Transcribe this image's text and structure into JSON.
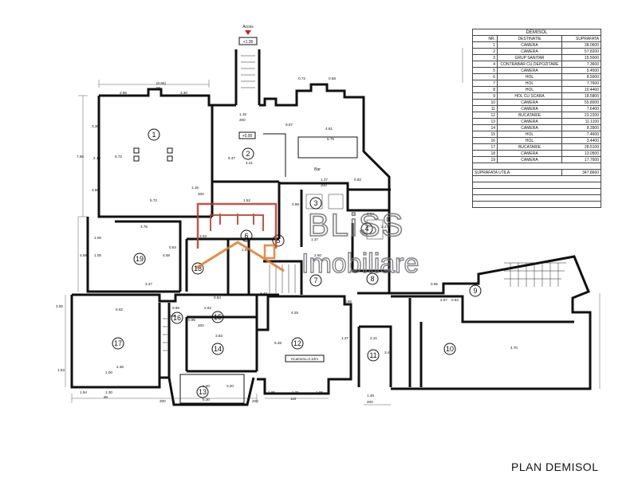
{
  "plan_title": "PLAN DEMISOL",
  "entrance": {
    "label": "Acces",
    "level": "+1.36"
  },
  "zero_level": "+0.00",
  "bar_label": "Bar",
  "room_height_label": "Hcamera=3.10m",
  "rooms": [
    {
      "num": "1"
    },
    {
      "num": "2"
    },
    {
      "num": "3"
    },
    {
      "num": "4"
    },
    {
      "num": "5"
    },
    {
      "num": "6"
    },
    {
      "num": "7"
    },
    {
      "num": "8"
    },
    {
      "num": "9"
    },
    {
      "num": "10"
    },
    {
      "num": "11"
    },
    {
      "num": "12"
    },
    {
      "num": "13"
    },
    {
      "num": "14"
    },
    {
      "num": "15"
    },
    {
      "num": "16"
    },
    {
      "num": "17"
    },
    {
      "num": "18"
    },
    {
      "num": "19"
    }
  ],
  "dimensions": [
    "(0.65)",
    "90",
    "3.30",
    "2.86",
    "0.72",
    "0.58",
    "1.16",
    "200",
    "9.67",
    "4.81",
    "5.75",
    "3.36",
    "7.65",
    "6.72",
    "2.10",
    "3.56",
    "5.72",
    "4.41",
    "6.47",
    "1.16",
    "200",
    "1.52",
    "1.37",
    "200",
    "0.89",
    "0.82",
    "3.75",
    "1.06",
    "4.58",
    "1.05",
    "3.03",
    "0.84",
    "1.64",
    "2.60",
    "1.37",
    "2.84",
    "2.27",
    "4.58",
    "3.47",
    "3.00",
    "5.62",
    "0.89",
    "2.63",
    "4.25",
    "0.95",
    "0.84",
    "0.95",
    "200",
    "3.83",
    "3.47",
    "5.48",
    "1.37",
    "2.36",
    "1.00",
    "1.94",
    "1.30",
    "1.63",
    "1.65",
    "1.31",
    "1.96",
    "110",
    "200",
    "2.21",
    "3.47",
    "1.48",
    "0.95",
    "2.57",
    "4.70",
    "0.93",
    "0.95",
    "90",
    "1.50",
    "3.20",
    "5.30",
    "200",
    "200"
  ],
  "legend": {
    "title": "DEMISOL",
    "headers": [
      "NR.",
      "DESTINATIE",
      "SUPRAFATA"
    ],
    "rows": [
      [
        "1",
        "CAMERA",
        "38.0600"
      ],
      [
        "2",
        "CAMERA",
        "57.8200"
      ],
      [
        "3",
        "GRUP SANITAR",
        "15.5000"
      ],
      [
        "4",
        "CONTRABAR CU DEPOZITARE",
        "7.3600"
      ],
      [
        "5",
        "CAMERA",
        "5.4500"
      ],
      [
        "6",
        "HOL",
        "8.5900"
      ],
      [
        "7",
        "HOL",
        "7.7600"
      ],
      [
        "8",
        "HOL",
        "10.4400"
      ],
      [
        "9",
        "HOL CU SCARA",
        "18.5800"
      ],
      [
        "10",
        "CAMERA",
        "55.8000"
      ],
      [
        "11",
        "CAMERA",
        "7.6400"
      ],
      [
        "12",
        "BUCATARIE",
        "23.2200"
      ],
      [
        "13",
        "CAMERA",
        "11.1100"
      ],
      [
        "14",
        "CAMERA",
        "8.3900"
      ],
      [
        "15",
        "HOL",
        "7.4600"
      ],
      [
        "16",
        "HOL",
        "3.4400"
      ],
      [
        "17",
        "BUCATARIE",
        "28.5100"
      ],
      [
        "18",
        "CAMERA",
        "13.0500"
      ],
      [
        "19",
        "CAMERA",
        "17.7600"
      ]
    ],
    "total_label": "SUPRAFATA UTILA",
    "total_value": "347.8660"
  },
  "watermark": {
    "brand_top": "Bliss",
    "brand_bottom": "Imobiliare",
    "colors": {
      "red": "#b33a2a",
      "orange": "#e07a2a",
      "grey": "#6e6e72"
    }
  }
}
